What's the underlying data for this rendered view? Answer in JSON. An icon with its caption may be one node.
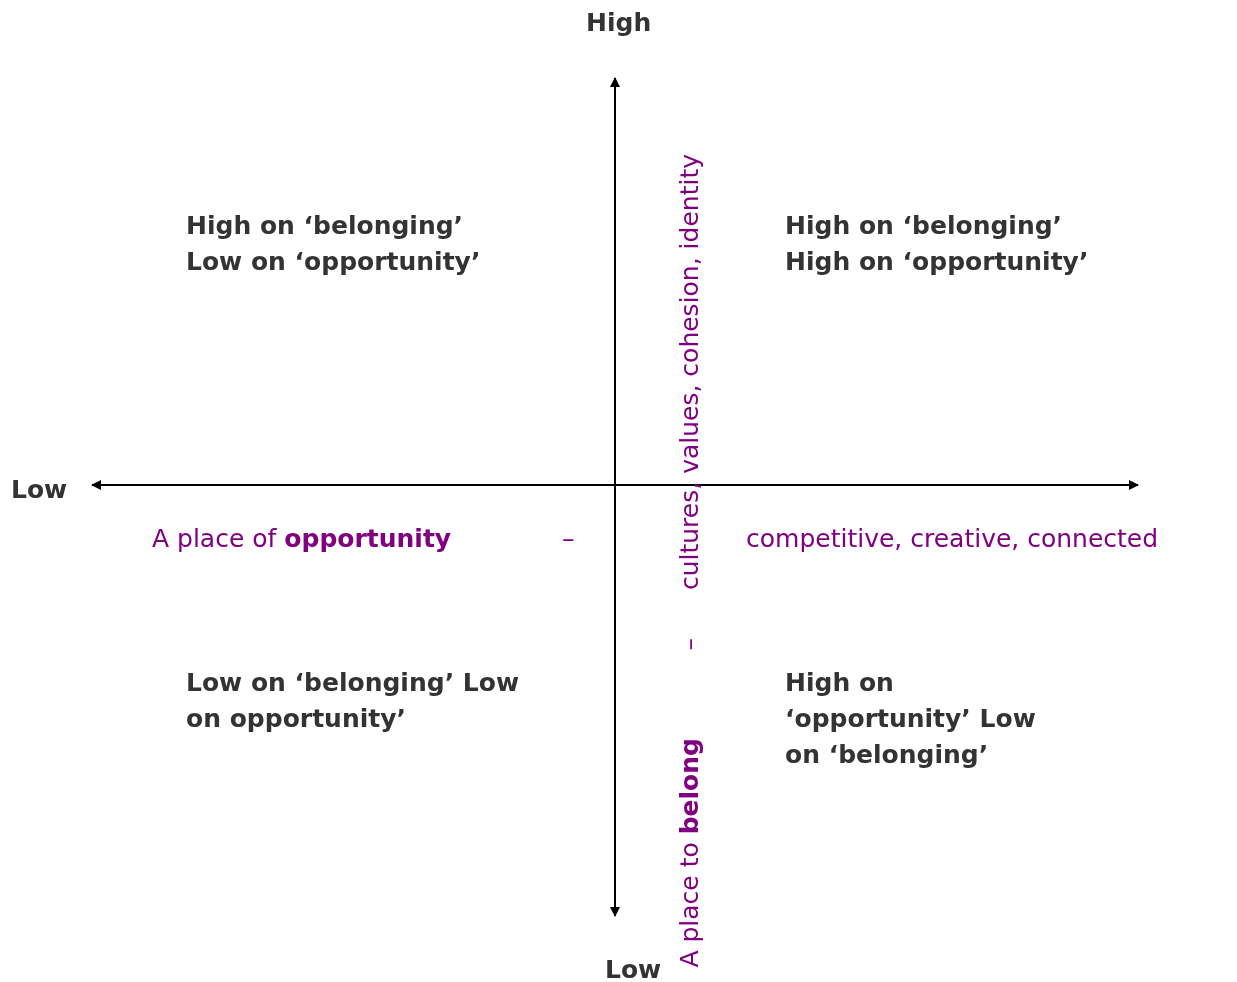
{
  "diagram": {
    "labels": [
      "High",
      "High on ‘belonging’ Low on ‘opportunity’",
      "High on ‘belonging’ High on ‘opportunity’",
      "Low",
      "A place of **opportunity**",
      "–",
      "competitive, creative, connected",
      "cultures, values, cohesion, identity",
      "–",
      "Low on ‘belonging’ Low on opportunity’",
      "High on ‘opportunity’ Low on ‘belonging’",
      "A place to **belong**",
      "Low"
    ]
  }
}
